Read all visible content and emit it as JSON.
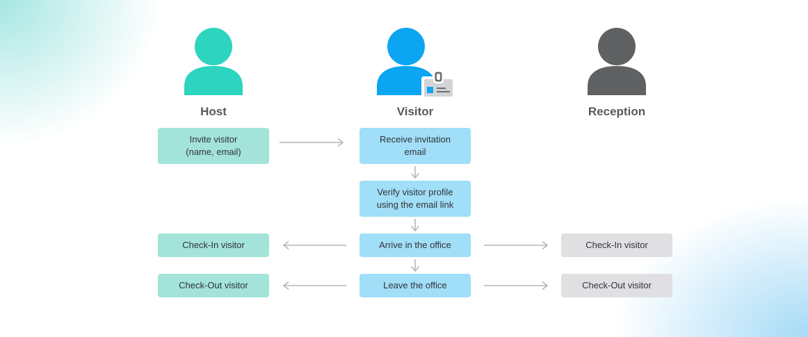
{
  "colors": {
    "host": "#2dd4bf",
    "visitor": "#0ba5f2",
    "reception": "#606163",
    "host_box": "#a3e3da",
    "visitor_box": "#a1def7",
    "reception_box": "#e0e0e2",
    "arrow": "#b4b6b9"
  },
  "actors": {
    "host": {
      "label": "Host",
      "icon": "person-icon"
    },
    "visitor": {
      "label": "Visitor",
      "icon": "person-with-id-badge-icon"
    },
    "reception": {
      "label": "Reception",
      "icon": "person-icon"
    }
  },
  "steps": {
    "host_invite_line1": "Invite visitor",
    "host_invite_line2": "(name, email)",
    "host_checkin": "Check-In visitor",
    "host_checkout": "Check-Out visitor",
    "visitor_receive_line1": "Receive invitation",
    "visitor_receive_line2": "email",
    "visitor_verify_line1": "Verify visitor profile",
    "visitor_verify_line2": "using the email link",
    "visitor_arrive": "Arrive in the office",
    "visitor_leave": "Leave the office",
    "reception_checkin": "Check-In visitor",
    "reception_checkout": "Check-Out visitor"
  }
}
